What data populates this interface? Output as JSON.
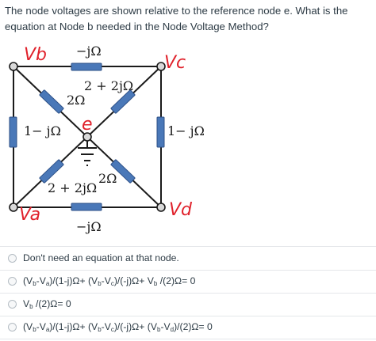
{
  "question": {
    "text": "The node voltages are shown relative to the reference node e. What is the equation at Node b needed in the Node Voltage Method?"
  },
  "circuit": {
    "nodes": {
      "a": "Va",
      "b": "Vb",
      "c": "Vc",
      "d": "Vd",
      "e": "e"
    },
    "node_label_color": "#e0212b",
    "resistor_color": "#4a78b8",
    "impedances": {
      "top": "−jΩ",
      "bottom": "−jΩ",
      "left": "1− jΩ",
      "right": "1− jΩ",
      "b_to_e": "2Ω",
      "c_to_e": "2 + 2jΩ",
      "a_to_e": "2 + 2jΩ",
      "d_to_e": "2Ω"
    }
  },
  "options": [
    {
      "text": "Don't need an equation at that node."
    },
    {
      "parts": [
        "(V",
        "b",
        "-V",
        "a",
        ")/(1-j)Ω+ (V",
        "b",
        "-V",
        "c",
        ")/(-j)Ω+ V",
        "b",
        " /(2)Ω= 0"
      ]
    },
    {
      "parts": [
        "V",
        "b",
        " /(2)Ω= 0"
      ]
    },
    {
      "parts": [
        "(V",
        "b",
        "-V",
        "a",
        ")/(1-j)Ω+ (V",
        "b",
        "-V",
        "c",
        ")/(-j)Ω+ (V",
        "b",
        "-V",
        "d",
        ")/(2)Ω= 0"
      ]
    }
  ]
}
